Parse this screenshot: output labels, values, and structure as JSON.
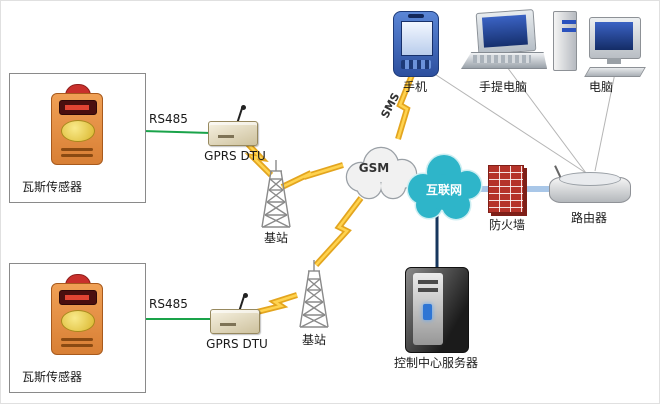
{
  "sensors": [
    {
      "label": "瓦斯传感器"
    },
    {
      "label": "瓦斯传感器"
    }
  ],
  "serial_links": [
    {
      "label": "RS485"
    },
    {
      "label": "RS485"
    }
  ],
  "dtus": [
    {
      "label": "GPRS DTU"
    },
    {
      "label": "GPRS DTU"
    }
  ],
  "base_stations": [
    {
      "label": "基站"
    },
    {
      "label": "基站"
    }
  ],
  "gsm": {
    "label": "GSM",
    "sms_label": "SMS"
  },
  "internet": {
    "label": "互联网"
  },
  "firewall": {
    "label": "防火墙"
  },
  "router": {
    "label": "路由器"
  },
  "server": {
    "label": "控制中心服务器"
  },
  "devices": {
    "phone": {
      "label": "手机"
    },
    "laptop": {
      "label": "手提电脑"
    },
    "desktop": {
      "label": "电脑"
    }
  },
  "colors": {
    "serial_link_green": "#1aa34a",
    "lan_link_blue": "#a9c7e8",
    "server_link_navy": "#17375e",
    "lightning_gold": "#e3a51f",
    "lightning_highlight": "#ffd34f",
    "firewall_brick_red": "#b5332a",
    "internet_cloud_teal": "#2eb5c9",
    "gsm_cloud_gray": "#f1f1f1"
  }
}
